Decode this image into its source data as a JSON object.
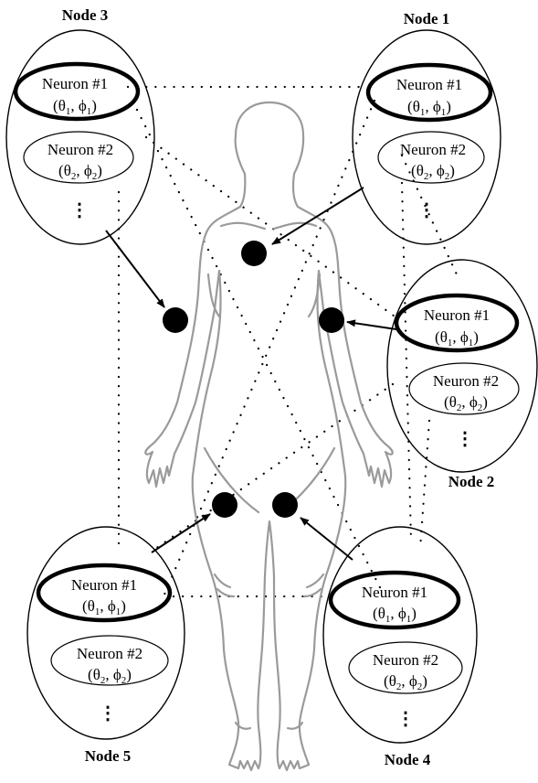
{
  "nodes": {
    "node1": {
      "title": "Node 1",
      "n1": {
        "label": "Neuron #1",
        "param": "(θ",
        "sub1": "1",
        "mid": ", ϕ",
        "sub2": "1",
        "end": ")"
      },
      "n2": {
        "label": "Neuron #2",
        "param": "(θ",
        "sub1": "2",
        "mid": ", ϕ",
        "sub2": "2",
        "end": ")"
      },
      "more": "⋮"
    },
    "node2": {
      "title": "Node 2",
      "n1": {
        "label": "Neuron #1",
        "param": "(θ",
        "sub1": "1",
        "mid": ", ϕ",
        "sub2": "1",
        "end": ")"
      },
      "n2": {
        "label": "Neuron #2",
        "param": "(θ",
        "sub1": "2",
        "mid": ", ϕ",
        "sub2": "2",
        "end": ")"
      },
      "more": "⋮"
    },
    "node3": {
      "title": "Node 3",
      "n1": {
        "label": "Neuron #1",
        "param": "(θ",
        "sub1": "1",
        "mid": ", ϕ",
        "sub2": "1",
        "end": ")"
      },
      "n2": {
        "label": "Neuron #2",
        "param": "(θ",
        "sub1": "2",
        "mid": ", ϕ",
        "sub2": "2",
        "end": ")"
      },
      "more": "⋮"
    },
    "node4": {
      "title": "Node 4",
      "n1": {
        "label": "Neuron #1",
        "param": "(θ",
        "sub1": "1",
        "mid": ", ϕ",
        "sub2": "1",
        "end": ")"
      },
      "n2": {
        "label": "Neuron #2",
        "param": "(θ",
        "sub1": "2",
        "mid": ", ϕ",
        "sub2": "2",
        "end": ")"
      },
      "more": "⋮"
    },
    "node5": {
      "title": "Node 5",
      "n1": {
        "label": "Neuron #1",
        "param": "(θ",
        "sub1": "1",
        "mid": ", ϕ",
        "sub2": "1",
        "end": ")"
      },
      "n2": {
        "label": "Neuron #2",
        "param": "(θ",
        "sub1": "2",
        "mid": ", ϕ",
        "sub2": "2",
        "end": ")"
      },
      "more": "⋮"
    }
  },
  "colors": {
    "ink": "#000000",
    "body_outline": "#9a9a9a",
    "background": "#ffffff"
  }
}
